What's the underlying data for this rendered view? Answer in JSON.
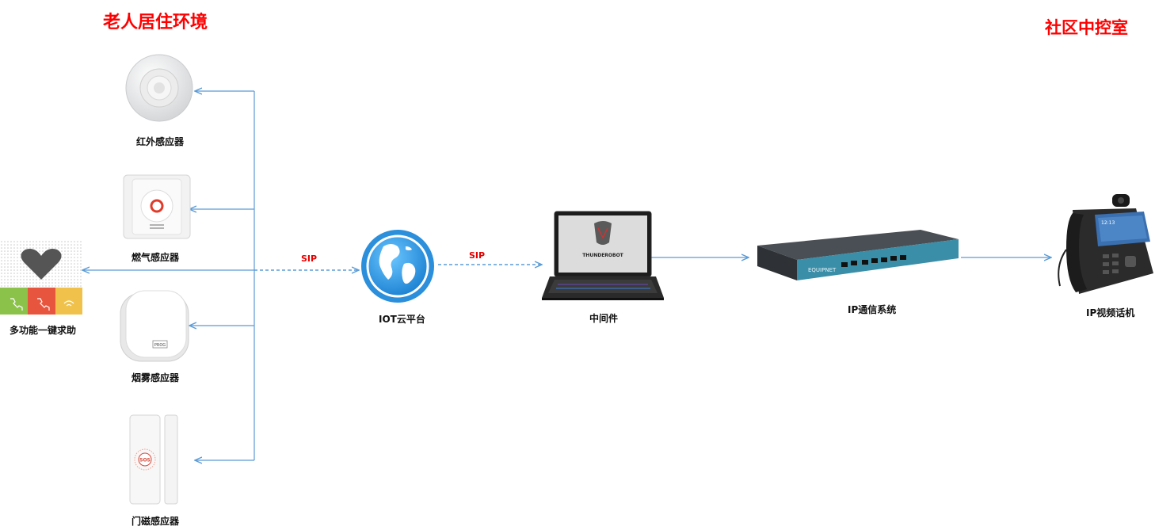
{
  "titles": {
    "left": "老人居住环境",
    "right": "社区中控室"
  },
  "devices": {
    "pir": "红外感应器",
    "gas": "燃气感应器",
    "sos_panel": "多功能一键求助",
    "smoke": "烟雾感应器",
    "door": "门磁感应器",
    "cloud": "IOT云平台",
    "middleware": "中间件",
    "ip_system": "IP通信系统",
    "video_phone": "IP视频话机"
  },
  "links": {
    "sip_left": "SIP",
    "sip_right": "SIP"
  },
  "device_marks": {
    "laptop_brand": "THUNDEROBOT",
    "router_brand": "EQUIPNET",
    "smoke_badge": "PROG",
    "door_badge": "SOS",
    "phone_time": "12:13"
  },
  "colors": {
    "title": "#ff0000",
    "sip": "#e60000",
    "wire": "#5b9bd5",
    "sos_green": "#8bc34a",
    "sos_red": "#e8553e",
    "sos_yellow": "#f0c24b"
  }
}
